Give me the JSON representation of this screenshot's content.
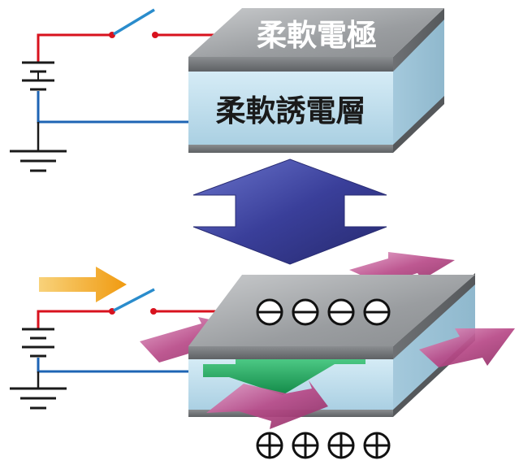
{
  "labels": {
    "electrode": "柔軟電極",
    "dielectric": "柔軟誘電層"
  },
  "charges": {
    "top_sign": "⊖",
    "top_count": 4,
    "bottom_sign": "⊕",
    "bottom_count": 4
  },
  "colors": {
    "wire_positive": "#d8121e",
    "wire_negative": "#1e64b4",
    "switch": "#2a8ccc",
    "electrode_top": "#9a9da0",
    "electrode_front": "#6f7275",
    "dielectric": "#bcdcec",
    "arrow_blue": "#3a3f9a",
    "arrow_orange": "#f0a020",
    "arrow_magenta": "#b0407e",
    "arrow_green": "#1ea05a"
  }
}
